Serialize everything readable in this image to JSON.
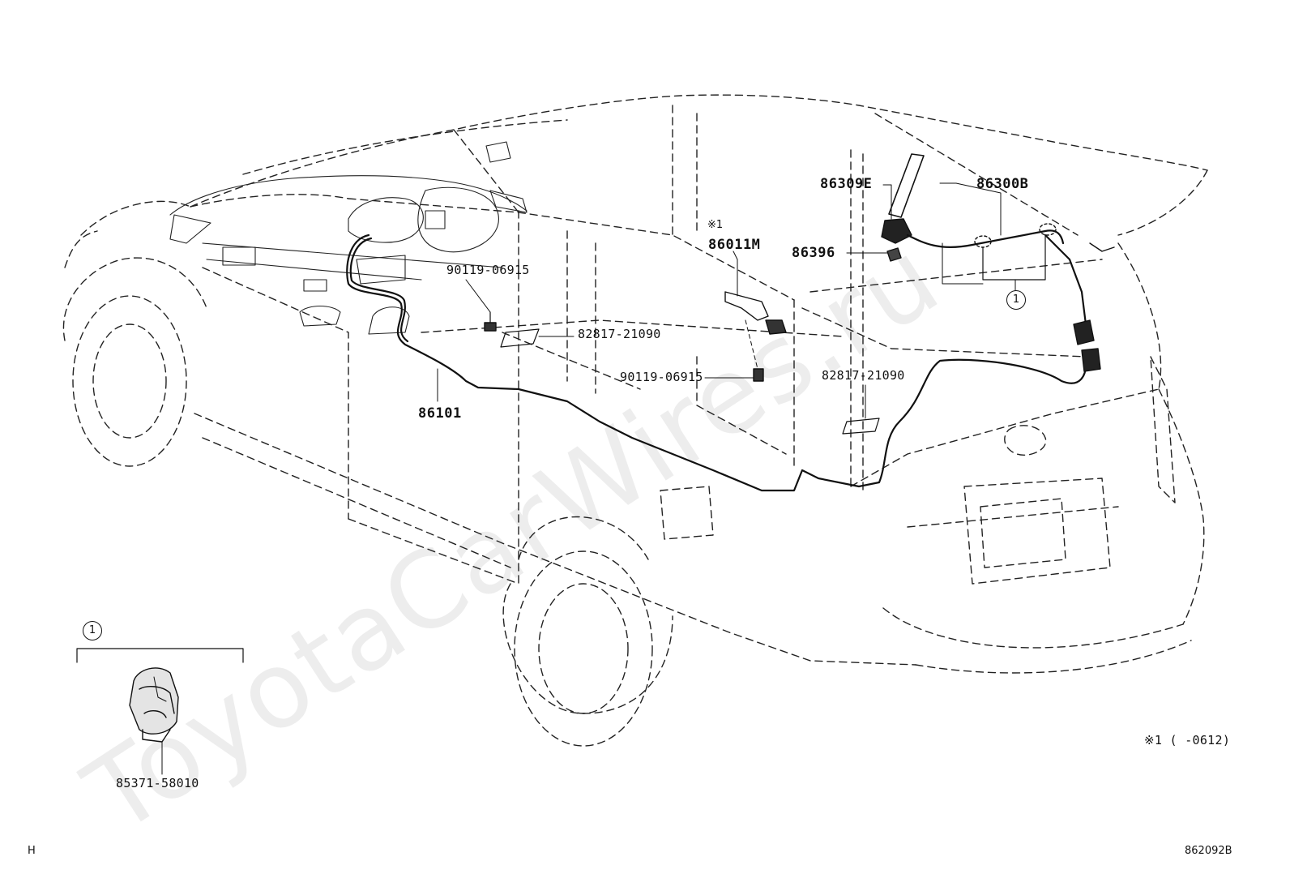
{
  "watermark": "ToyotaCarWires.ru",
  "callouts": {
    "p86309E": "86309E",
    "p86300B": "86300B",
    "note_mark": "※1",
    "p86011M": "86011M",
    "p86396": "86396",
    "p90119_a": "90119-06915",
    "p82817_a": "82817-21090",
    "p90119_b": "90119-06915",
    "p82817_b": "82817-21090",
    "p86101": "86101",
    "circle_ref": "1",
    "inset_circle": "1",
    "p85371": "85371-58010"
  },
  "footnote": "※1 (    -0612)",
  "corner_left": "H",
  "figure_id": "862092B"
}
